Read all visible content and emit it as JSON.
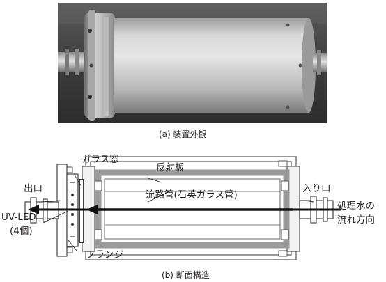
{
  "captions": {
    "a": "(a) 装置外観",
    "b": "(b) 断面構造"
  },
  "labels": {
    "glass_window": "ガラス窓",
    "reflector": "反射板",
    "outlet": "出口",
    "inlet": "入り口",
    "flow_tube": "流路管(石英ガラス管)",
    "treated_water_line1": "処理水の",
    "treated_water_line2": "流れ方向",
    "uv_led_line1": "UV-LED",
    "uv_led_line2": "(4個)",
    "flange": "フランジ"
  },
  "colors": {
    "flow_arrow": "#111111",
    "reflector_band": "#9a9a9a",
    "frame": "#555555"
  }
}
